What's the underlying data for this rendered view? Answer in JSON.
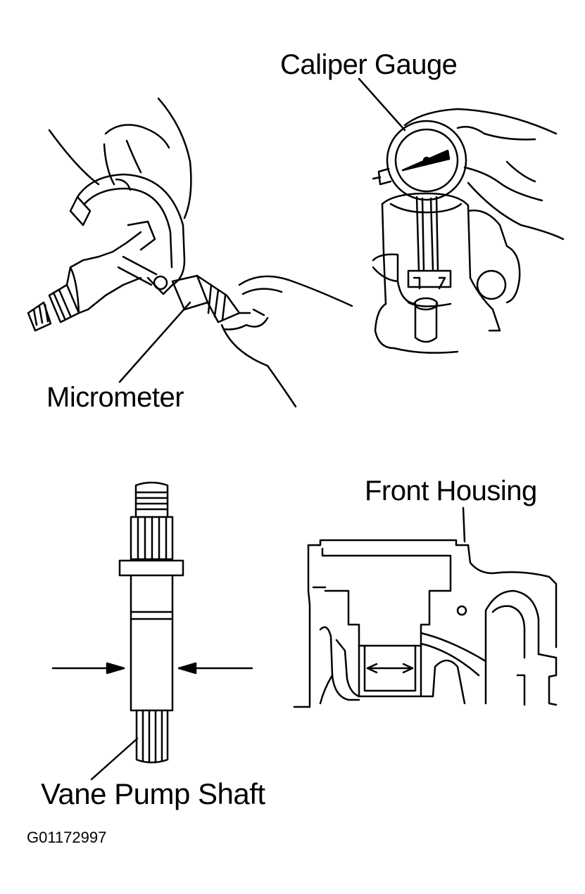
{
  "labels": {
    "caliper_gauge": "Caliper Gauge",
    "micrometer": "Micrometer",
    "front_housing": "Front Housing",
    "vane_pump_shaft": "Vane Pump Shaft",
    "figure_code": "G01172997"
  },
  "colors": {
    "line": "#000000",
    "background": "#ffffff"
  }
}
